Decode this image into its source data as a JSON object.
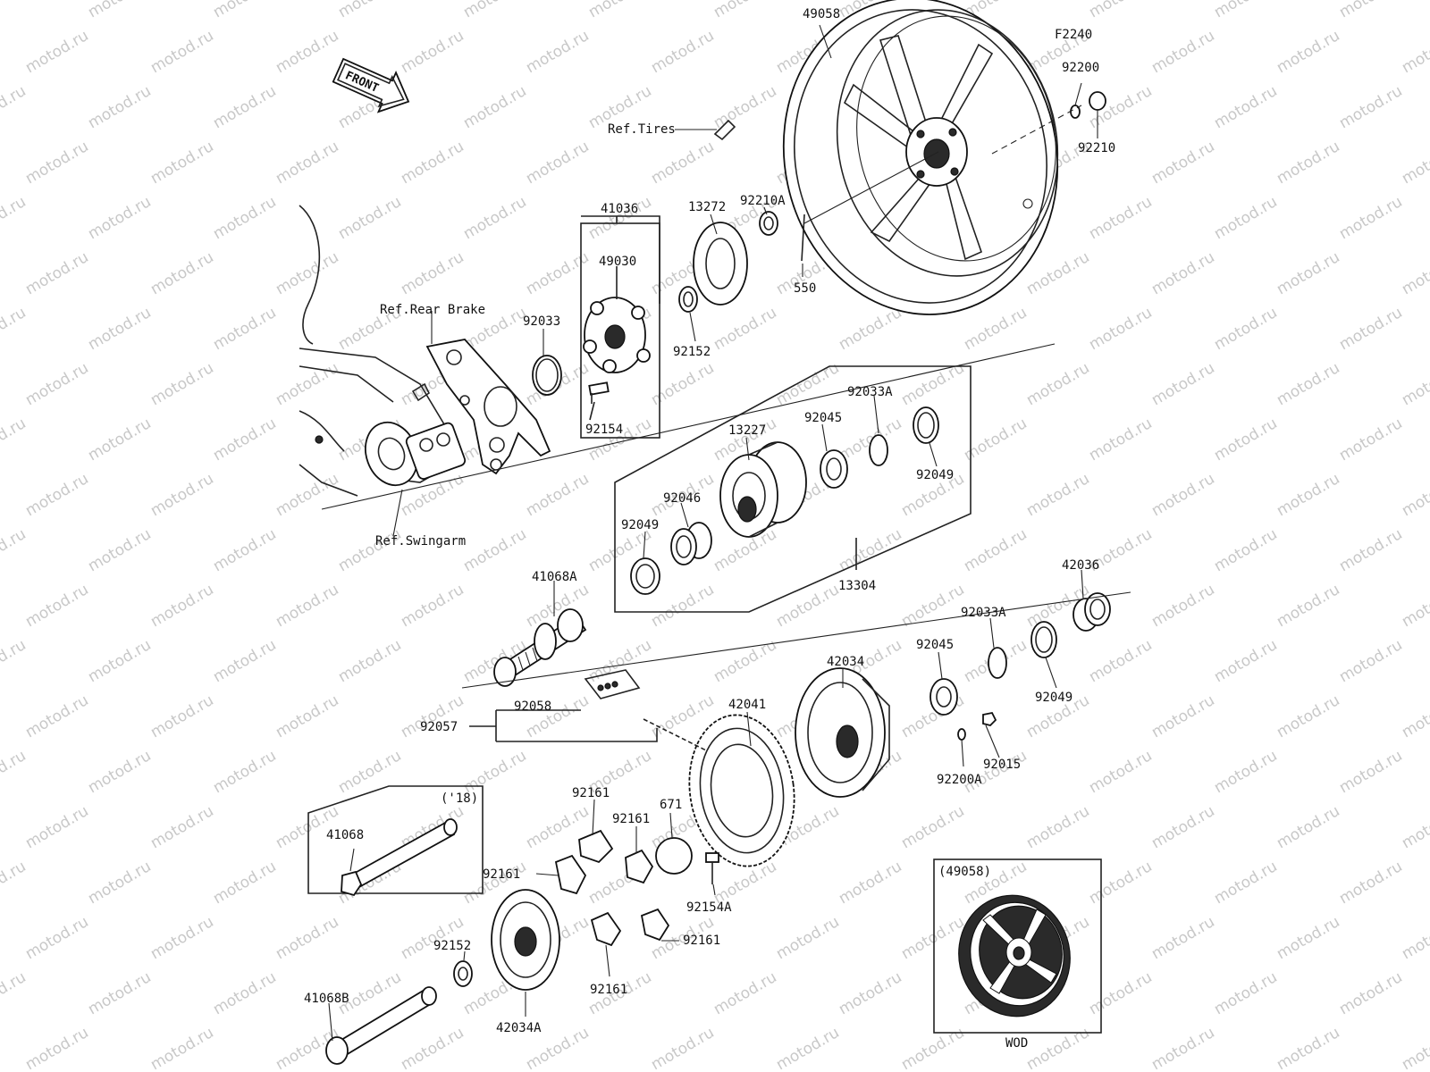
{
  "diagram_id": "F2240",
  "watermark": "motod.ru",
  "front_arrow": "FRONT",
  "references": {
    "tires": "Ref.Tires",
    "rear_brake": "Ref.Rear Brake",
    "swingarm": "Ref.Swingarm"
  },
  "inset_wheel": {
    "part": "(49058)",
    "caption": "WOD"
  },
  "inset_axle": {
    "year": "('18)"
  },
  "parts": {
    "p49058": "49058",
    "p92200": "92200",
    "p92210": "92210",
    "p41036": "41036",
    "p13272": "13272",
    "p92210A": "92210A",
    "p49030": "49030",
    "p550": "550",
    "p92033": "92033",
    "p92152a": "92152",
    "p92154": "92154",
    "p92033A_a": "92033A",
    "p92045_a": "92045",
    "p13227": "13227",
    "p92046": "92046",
    "p92049_a": "92049",
    "p92049_b": "92049",
    "p13304": "13304",
    "p41068A": "41068A",
    "p42036": "42036",
    "p92033A_b": "92033A",
    "p92045_b": "92045",
    "p42034": "42034",
    "p92049_c": "92049",
    "p92058": "92058",
    "p92057": "92057",
    "p42041": "42041",
    "p92015": "92015",
    "p92200A": "92200A",
    "p41068": "41068",
    "p92161_a": "92161",
    "p92161_b": "92161",
    "p671": "671",
    "p92161_c": "92161",
    "p92154A": "92154A",
    "p92152b": "92152",
    "p92161_d": "92161",
    "p92161_e": "92161",
    "p42034A": "42034A",
    "p41068B": "41068B"
  }
}
